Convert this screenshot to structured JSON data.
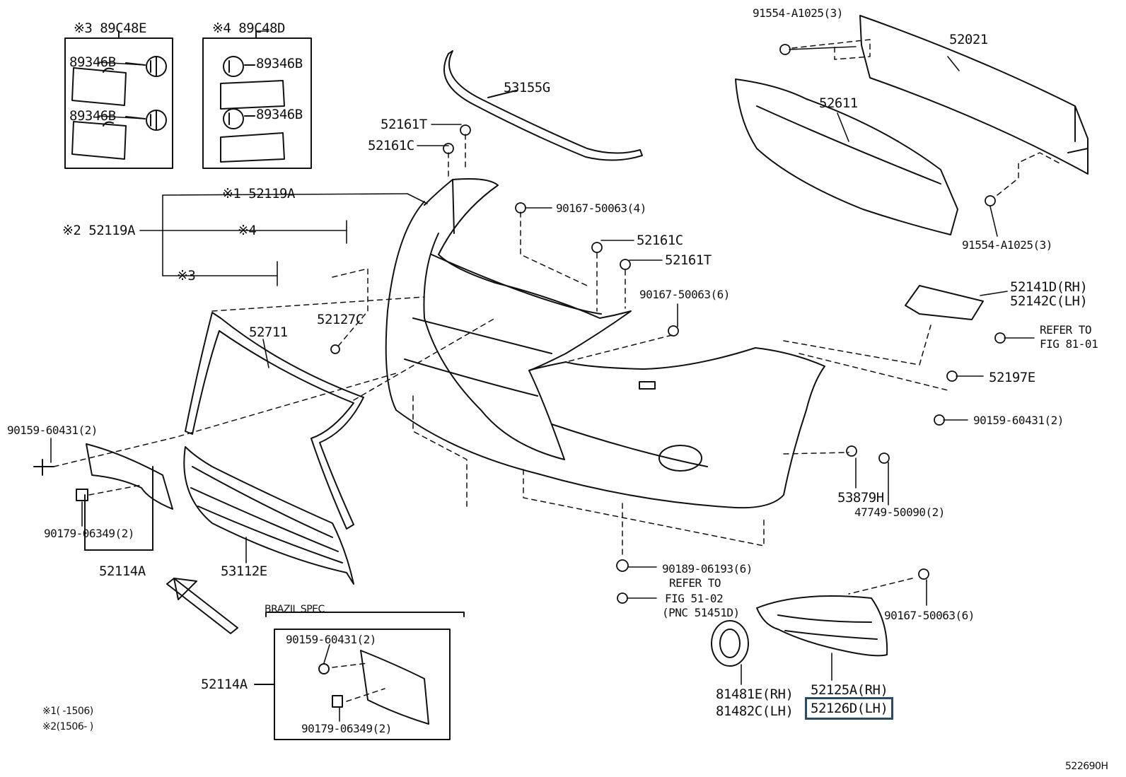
{
  "labels": {
    "kit_3": "※3 89C48E",
    "kit_4": "※4 89C48D",
    "p89346b_a": "89346B",
    "p89346b_b": "89346B",
    "p89346b_c": "89346B",
    "p89346b_d": "89346B",
    "p53155g": "53155G",
    "p52161t_top": "52161T",
    "p52161c_top": "52161C",
    "p91554_top": "91554-A1025(3)",
    "p52021": "52021",
    "p52611": "52611",
    "p91554_bot": "91554-A1025(3)",
    "p52119a_1": "※1 52119A",
    "p52119a_2": "※2 52119A",
    "mark_4": "※4",
    "mark_3": "※3",
    "p90167_4": "90167-50063(4)",
    "p52161c_mid": "52161C",
    "p52161t_mid": "52161T",
    "p90167_6a": "90167-50063(6)",
    "p52127c": "52127C",
    "p52711": "52711",
    "p52141d": "52141D(RH)",
    "p52142c": "52142C(LH)",
    "refer_81": "REFER TO",
    "fig_81": "FIG 81-01",
    "p52197e": "52197E",
    "p90159_left": "90159-60431(2)",
    "p90159_right": "90159-60431(2)",
    "p53879h": "53879H",
    "p47749": "47749-50090(2)",
    "p90179_left": "90179-06349(2)",
    "p52114a_left": "52114A",
    "p53112e": "53112E",
    "p90189": "90189-06193(6)",
    "refer_51": "REFER TO",
    "fig_51": "FIG 51-02",
    "pnc_51": "(PNC 51451D)",
    "p90167_6b": "90167-50063(6)",
    "brazil": "BRAZIL SPEC",
    "p90159_brazil": "90159-60431(2)",
    "p90179_brazil": "90179-06349(2)",
    "p52114a_brazil": "52114A",
    "p81481e": "81481E(RH)",
    "p81482c": "81482C(LH)",
    "p52125a": "52125A(RH)",
    "p52126d": "52126D(LH)",
    "note_1": "※1(      -1506)",
    "note_2": "※2(1506-      )",
    "fig_no": "522690H"
  },
  "highlight_color": "#2b4a63"
}
